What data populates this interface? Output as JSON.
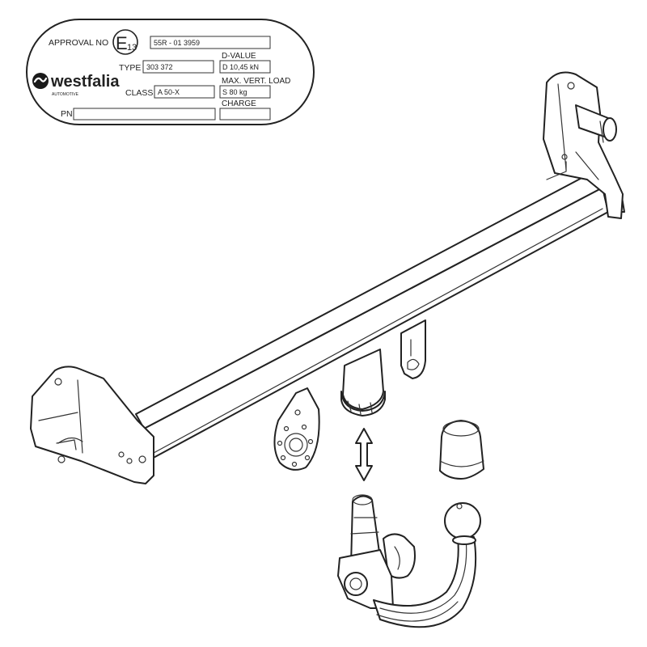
{
  "plate": {
    "approval_label": "APPROVAL NO",
    "approval_mark": "E",
    "approval_mark_sub": "13",
    "approval_value": "55R - 01 3959",
    "type_label": "TYPE",
    "type_value": "303 372",
    "class_label": "CLASS",
    "class_value": "A 50-X",
    "pn_label": "PN",
    "dvalue_label": "D-VALUE",
    "dvalue_value": "D  10,45 kN",
    "maxload_label": "MAX. VERT. LOAD",
    "maxload_value": "S      80 kg",
    "charge_label": "CHARGE",
    "brand": "westfalia",
    "brand_sub": "AUTOMOTIVE"
  },
  "icons": {
    "arrow": "double-arrow-vertical-icon"
  },
  "colors": {
    "line": "#222222",
    "background": "#ffffff"
  }
}
